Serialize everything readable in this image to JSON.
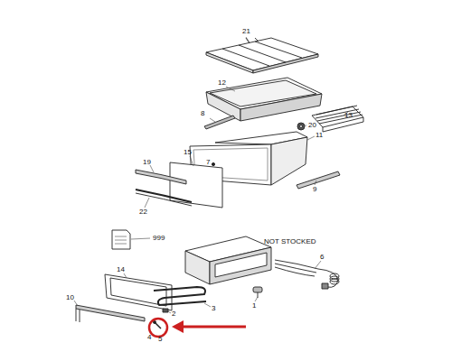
{
  "diagram": {
    "labels": [
      "21",
      "12",
      "13",
      "8",
      "20",
      "11",
      "15",
      "7",
      "19",
      "9",
      "22",
      "999",
      "NOT STOCKED",
      "6",
      "14",
      "1",
      "3",
      "2",
      "10",
      "4",
      "5"
    ]
  }
}
